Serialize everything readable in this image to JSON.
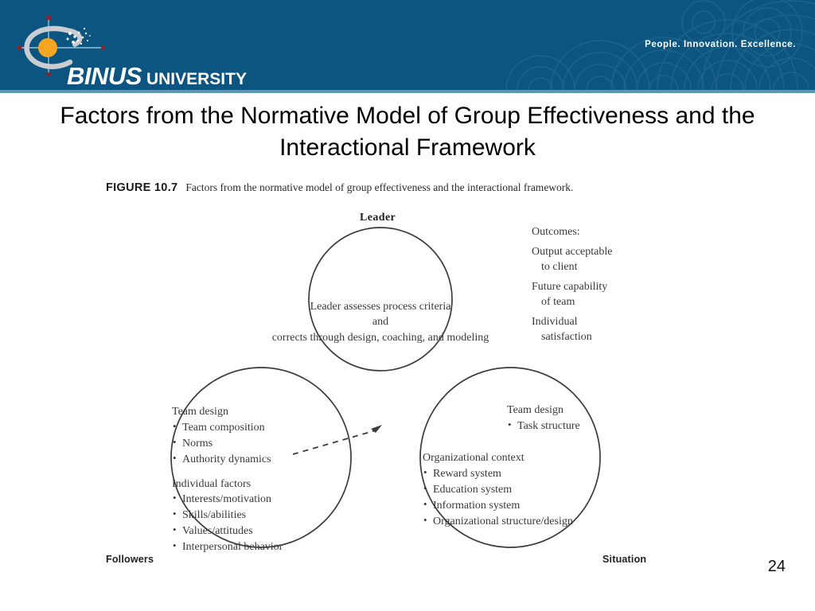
{
  "header": {
    "brand_name": "BINUS",
    "brand_suffix": "UNIVERSITY",
    "tagline": "People. Innovation. Excellence.",
    "bg_color": "#0b5580",
    "accent_color": "#f5a623",
    "underline_color": "#5f94b3"
  },
  "slide": {
    "title": "Factors from the Normative Model of Group Effectiveness and the Interactional Framework",
    "page_number": "24"
  },
  "figure": {
    "number_label": "FIGURE 10.7",
    "caption": "Factors from the normative model of group effectiveness and the interactional framework."
  },
  "diagram": {
    "type": "venn-three-circle",
    "circles": [
      {
        "id": "leader",
        "label": "Leader",
        "label_position": "top",
        "body_lines": [
          "Leader assesses process criteria",
          "and",
          "corrects through design, coaching, and modeling"
        ]
      },
      {
        "id": "followers",
        "label": "Followers",
        "label_position": "bottom-left",
        "groups": [
          {
            "heading": "Team design",
            "items": [
              "Team composition",
              "Norms",
              "Authority dynamics"
            ]
          },
          {
            "heading": "Individual factors",
            "items": [
              "Interests/motivation",
              "Skills/abilities",
              "Values/attitudes",
              "Interpersonal behavior"
            ]
          }
        ]
      },
      {
        "id": "situation",
        "label": "Situation",
        "label_position": "bottom-right",
        "groups": [
          {
            "heading": "Team design",
            "items": [
              "Task structure"
            ]
          },
          {
            "heading": "Organizational context",
            "items": [
              "Reward system",
              "Education system",
              "Information system",
              "Organizational structure/design"
            ]
          }
        ]
      }
    ],
    "outcomes": {
      "title": "Outcomes:",
      "items": [
        {
          "line1": "Output acceptable",
          "line2": "to client"
        },
        {
          "line1": "Future capability",
          "line2": "of team"
        },
        {
          "line1": "Individual",
          "line2": "satisfaction"
        }
      ]
    },
    "annotation_arrow": {
      "style": "dashed",
      "points_to": "center-overlap"
    },
    "stroke_color": "#3b3b3b"
  }
}
